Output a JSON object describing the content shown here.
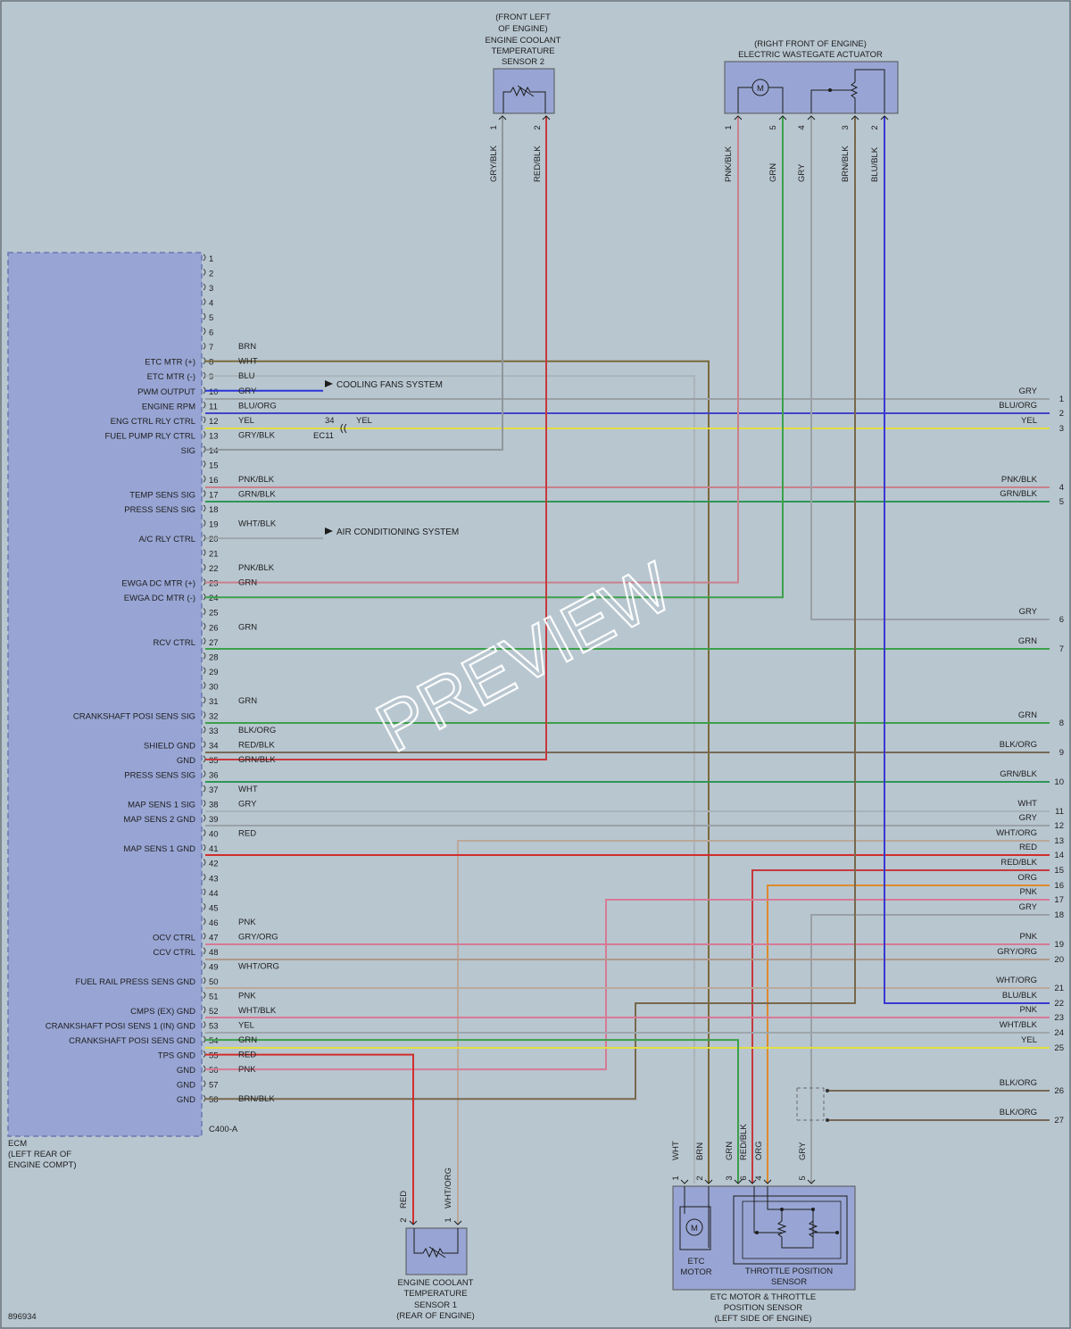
{
  "watermark": "PREVIEW",
  "diagram_id": "896934",
  "ecm": {
    "label_lines": [
      "ECM",
      "(LEFT REAR OF",
      "ENGINE COMPT)"
    ],
    "connector": "C400-A",
    "pins": [
      "1",
      "2",
      "3",
      "4",
      "5",
      "6",
      "7",
      "8",
      "9",
      "10",
      "11",
      "12",
      "13",
      "14",
      "15",
      "16",
      "17",
      "18",
      "19",
      "20",
      "21",
      "22",
      "23",
      "24",
      "25",
      "26",
      "27",
      "28",
      "29",
      "30",
      "31",
      "32",
      "33",
      "34",
      "35",
      "36",
      "37",
      "38",
      "39",
      "40",
      "41",
      "42",
      "43",
      "44",
      "45",
      "46",
      "47",
      "48",
      "49",
      "50",
      "51",
      "52",
      "53",
      "54",
      "55",
      "56",
      "57",
      "58"
    ],
    "signals": [
      {
        "pin": "8",
        "label": "ETC MTR (+)"
      },
      {
        "pin": "9",
        "label": "ETC MTR (-)"
      },
      {
        "pin": "10",
        "label": "PWM OUTPUT"
      },
      {
        "pin": "11",
        "label": "ENGINE RPM"
      },
      {
        "pin": "12",
        "label": "ENG CTRL RLY CTRL"
      },
      {
        "pin": "13",
        "label": "FUEL PUMP RLY CTRL"
      },
      {
        "pin": "14",
        "label": "SIG"
      },
      {
        "pin": "17",
        "label": "TEMP SENS SIG"
      },
      {
        "pin": "18",
        "label": "PRESS SENS SIG"
      },
      {
        "pin": "20",
        "label": "A/C RLY CTRL"
      },
      {
        "pin": "23",
        "label": "EWGA DC MTR (+)"
      },
      {
        "pin": "24",
        "label": "EWGA DC MTR (-)"
      },
      {
        "pin": "27",
        "label": "RCV CTRL"
      },
      {
        "pin": "32",
        "label": "CRANKSHAFT POSI SENS SIG"
      },
      {
        "pin": "34",
        "label": "SHIELD GND"
      },
      {
        "pin": "35",
        "label": "GND"
      },
      {
        "pin": "36",
        "label": "PRESS SENS SIG"
      },
      {
        "pin": "38",
        "label": "MAP SENS 1 SIG"
      },
      {
        "pin": "39",
        "label": "MAP SENS 2 GND"
      },
      {
        "pin": "41",
        "label": "MAP SENS 1 GND"
      },
      {
        "pin": "47",
        "label": "OCV CTRL"
      },
      {
        "pin": "48",
        "label": "CCV CTRL"
      },
      {
        "pin": "50",
        "label": "FUEL RAIL PRESS SENS GND"
      },
      {
        "pin": "52",
        "label": "CMPS (EX) GND"
      },
      {
        "pin": "53",
        "label": "CRANKSHAFT POSI SENS 1 (IN) GND"
      },
      {
        "pin": "54",
        "label": "CRANKSHAFT POSI SENS GND"
      },
      {
        "pin": "55",
        "label": "TPS GND"
      },
      {
        "pin": "56",
        "label": "GND"
      },
      {
        "pin": "57",
        "label": "GND"
      },
      {
        "pin": "58",
        "label": "GND"
      }
    ],
    "wire_colors": [
      {
        "pin": "7",
        "color": "BRN"
      },
      {
        "pin": "8",
        "color": "WHT"
      },
      {
        "pin": "9",
        "color": "BLU"
      },
      {
        "pin": "10",
        "color": "GRY"
      },
      {
        "pin": "11",
        "color": "BLU/ORG"
      },
      {
        "pin": "12",
        "color": "YEL"
      },
      {
        "pin": "13",
        "color": "GRY/BLK"
      },
      {
        "pin": "16",
        "color": "PNK/BLK"
      },
      {
        "pin": "17",
        "color": "GRN/BLK"
      },
      {
        "pin": "19",
        "color": "WHT/BLK"
      },
      {
        "pin": "22",
        "color": "PNK/BLK"
      },
      {
        "pin": "23",
        "color": "GRN"
      },
      {
        "pin": "26",
        "color": "GRN"
      },
      {
        "pin": "31",
        "color": "GRN"
      },
      {
        "pin": "33",
        "color": "BLK/ORG"
      },
      {
        "pin": "34",
        "color": "RED/BLK"
      },
      {
        "pin": "35",
        "color": "GRN/BLK"
      },
      {
        "pin": "37",
        "color": "WHT"
      },
      {
        "pin": "38",
        "color": "GRY"
      },
      {
        "pin": "40",
        "color": "RED"
      },
      {
        "pin": "46",
        "color": "PNK"
      },
      {
        "pin": "47",
        "color": "GRY/ORG"
      },
      {
        "pin": "49",
        "color": "WHT/ORG"
      },
      {
        "pin": "51",
        "color": "PNK"
      },
      {
        "pin": "52",
        "color": "WHT/BLK"
      },
      {
        "pin": "53",
        "color": "YEL"
      },
      {
        "pin": "54",
        "color": "GRN"
      },
      {
        "pin": "55",
        "color": "RED"
      },
      {
        "pin": "56",
        "color": "PNK"
      },
      {
        "pin": "58",
        "color": "BRN/BLK"
      }
    ]
  },
  "cooling_fans": "COOLING FANS SYSTEM",
  "air_conditioning": "AIR CONDITIONING SYSTEM",
  "ec11": {
    "pin": "34",
    "connector": "EC11",
    "color": "YEL"
  },
  "ect2": {
    "title_lines": [
      "(FRONT LEFT",
      "OF ENGINE)",
      "ENGINE COOLANT",
      "TEMPERATURE",
      "SENSOR 2"
    ],
    "pins": [
      {
        "num": "1",
        "color": "GRY/BLK"
      },
      {
        "num": "2",
        "color": "RED/BLK"
      }
    ]
  },
  "ewga": {
    "title_lines": [
      "(RIGHT FRONT OF ENGINE)",
      "ELECTRIC WASTEGATE ACTUATOR"
    ],
    "pins": [
      {
        "num": "1",
        "color": "PNK/BLK"
      },
      {
        "num": "5",
        "color": "GRN"
      },
      {
        "num": "4",
        "color": "GRY"
      },
      {
        "num": "3",
        "color": "BRN/BLK"
      },
      {
        "num": "2",
        "color": "BLU/BLK"
      }
    ]
  },
  "ect1": {
    "title_lines": [
      "ENGINE COOLANT",
      "TEMPERATURE",
      "SENSOR 1",
      "(REAR OF ENGINE)"
    ],
    "pins": [
      {
        "num": "2",
        "color": "RED"
      },
      {
        "num": "1",
        "color": "WHT/ORG"
      }
    ]
  },
  "etc": {
    "motor_label_lines": [
      "ETC",
      "MOTOR"
    ],
    "tps_label_lines": [
      "THROTTLE POSITION",
      "SENSOR"
    ],
    "title_lines": [
      "ETC MOTOR & THROTTLE",
      "POSITION SENSOR",
      "(LEFT SIDE OF ENGINE)"
    ],
    "pins": [
      {
        "num": "1",
        "color": "WHT"
      },
      {
        "num": "2",
        "color": "BRN"
      },
      {
        "num": "3",
        "color": "GRN"
      },
      {
        "num": "6",
        "color": "RED/BLK"
      },
      {
        "num": "4",
        "color": "ORG"
      },
      {
        "num": "5",
        "color": "GRY"
      }
    ]
  },
  "right_terminals": [
    {
      "num": "1",
      "color": "GRY"
    },
    {
      "num": "2",
      "color": "BLU/ORG"
    },
    {
      "num": "3",
      "color": "YEL"
    },
    {
      "num": "4",
      "color": "PNK/BLK"
    },
    {
      "num": "5",
      "color": "GRN/BLK"
    },
    {
      "num": "6",
      "color": "GRY"
    },
    {
      "num": "7",
      "color": "GRN"
    },
    {
      "num": "8",
      "color": "GRN"
    },
    {
      "num": "9",
      "color": "BLK/ORG"
    },
    {
      "num": "10",
      "color": "GRN/BLK"
    },
    {
      "num": "11",
      "color": "WHT"
    },
    {
      "num": "12",
      "color": "GRY"
    },
    {
      "num": "13",
      "color": "WHT/ORG"
    },
    {
      "num": "14",
      "color": "RED"
    },
    {
      "num": "15",
      "color": "RED/BLK"
    },
    {
      "num": "16",
      "color": "ORG"
    },
    {
      "num": "17",
      "color": "PNK"
    },
    {
      "num": "18",
      "color": "GRY"
    },
    {
      "num": "19",
      "color": "PNK"
    },
    {
      "num": "20",
      "color": "GRY/ORG"
    },
    {
      "num": "21",
      "color": "WHT/ORG"
    },
    {
      "num": "22",
      "color": "BLU/BLK"
    },
    {
      "num": "23",
      "color": "PNK"
    },
    {
      "num": "24",
      "color": "WHT/BLK"
    },
    {
      "num": "25",
      "color": "YEL"
    },
    {
      "num": "26",
      "color": "BLK/ORG"
    },
    {
      "num": "27",
      "color": "BLK/ORG"
    }
  ]
}
